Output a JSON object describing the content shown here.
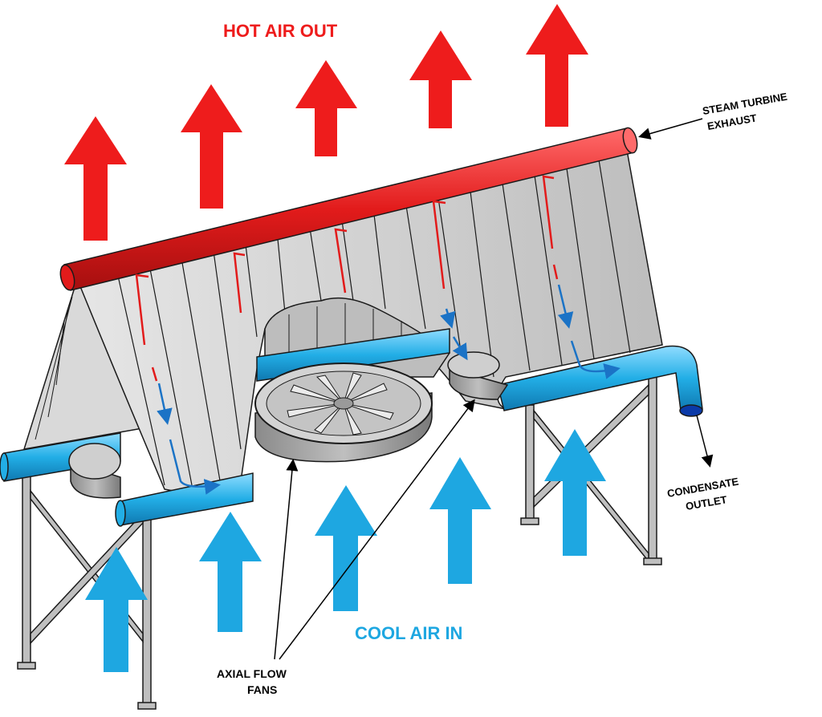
{
  "labels": {
    "hot_air_out": "HOT AIR OUT",
    "cool_air_in": "COOL AIR IN",
    "steam_turbine_line1": "STEAM TURBINE",
    "steam_turbine_line2": "EXHAUST",
    "condensate_line1": "CONDENSATE",
    "condensate_line2": "OUTLET",
    "fans_line1": "AXIAL FLOW",
    "fans_line2": "FANS"
  },
  "colors": {
    "hot": "#ee1c1c",
    "cool": "#1ea7e1",
    "steel": "#c8c8c8",
    "outline": "#1a1a1a"
  },
  "components": {
    "hot_arrows": 5,
    "cool_arrows": 5,
    "fans": 3,
    "steam_header": "red pipe",
    "condensate_headers": "blue pipes"
  }
}
